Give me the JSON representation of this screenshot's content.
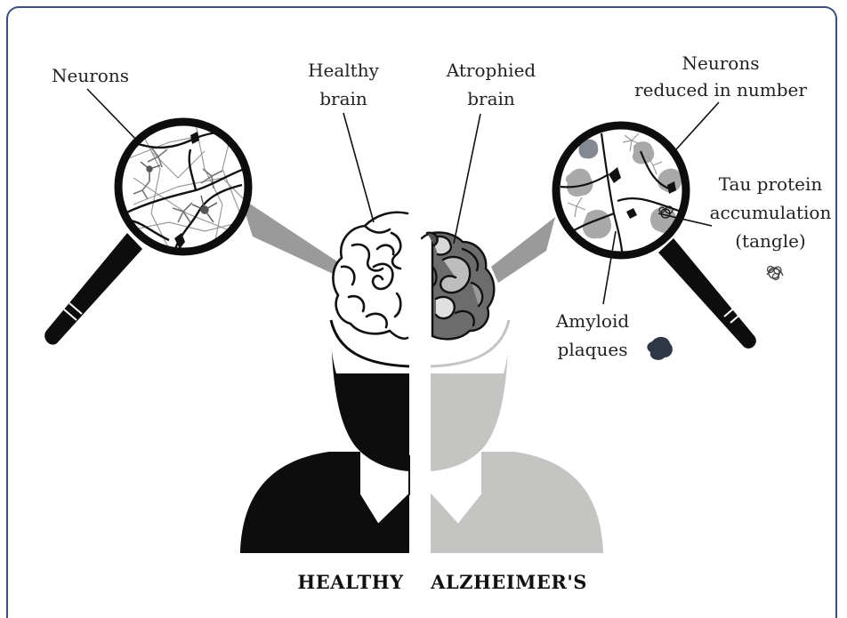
{
  "labels": {
    "neurons": "Neurons",
    "healthy_brain_1": "Healthy",
    "healthy_brain_2": "brain",
    "atrophied_brain_1": "Atrophied",
    "atrophied_brain_2": "brain",
    "neurons_reduced_1": "Neurons",
    "neurons_reduced_2": "reduced in number",
    "tau_1": "Tau protein",
    "tau_2": "accumulation",
    "tau_3": "(tangle)",
    "amyloid_1": "Amyloid",
    "amyloid_2": "plaques"
  },
  "captions": {
    "healthy": "HEALTHY",
    "alzheimers": "ALZHEIMER'S"
  },
  "colors": {
    "frame": "#3c4f7c",
    "healthy_fill": "#0d0d0d",
    "alzheimers_fill": "#c4c4c2",
    "beam": "#9a9a9a",
    "plaque": "#2f3846"
  }
}
